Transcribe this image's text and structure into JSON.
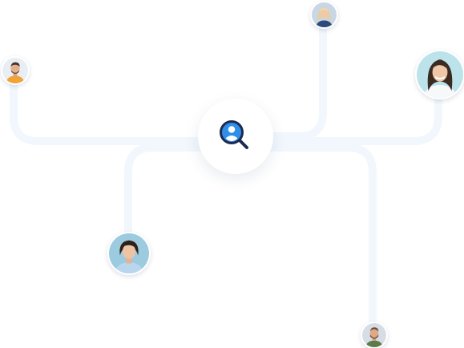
{
  "diagram": {
    "line_color": "#f1f7fd",
    "hub": {
      "icon": "search-user-icon",
      "icon_colors": {
        "ring": "#1c2a52",
        "fill": "#2f8fe8",
        "handle": "#1c2a52"
      }
    },
    "avatars": [
      {
        "id": "top-left",
        "icon": "man-avatar-icon",
        "bg": "#f0a336"
      },
      {
        "id": "top-center",
        "icon": "woman-avatar-icon",
        "bg": "#c8d6e6"
      },
      {
        "id": "right",
        "icon": "woman-avatar-icon",
        "bg": "#bde3ea"
      },
      {
        "id": "bottom-left",
        "icon": "woman-avatar-icon",
        "bg": "#9ccbe0"
      },
      {
        "id": "bottom-right",
        "icon": "man-avatar-icon",
        "bg": "#d7dde4"
      }
    ]
  }
}
